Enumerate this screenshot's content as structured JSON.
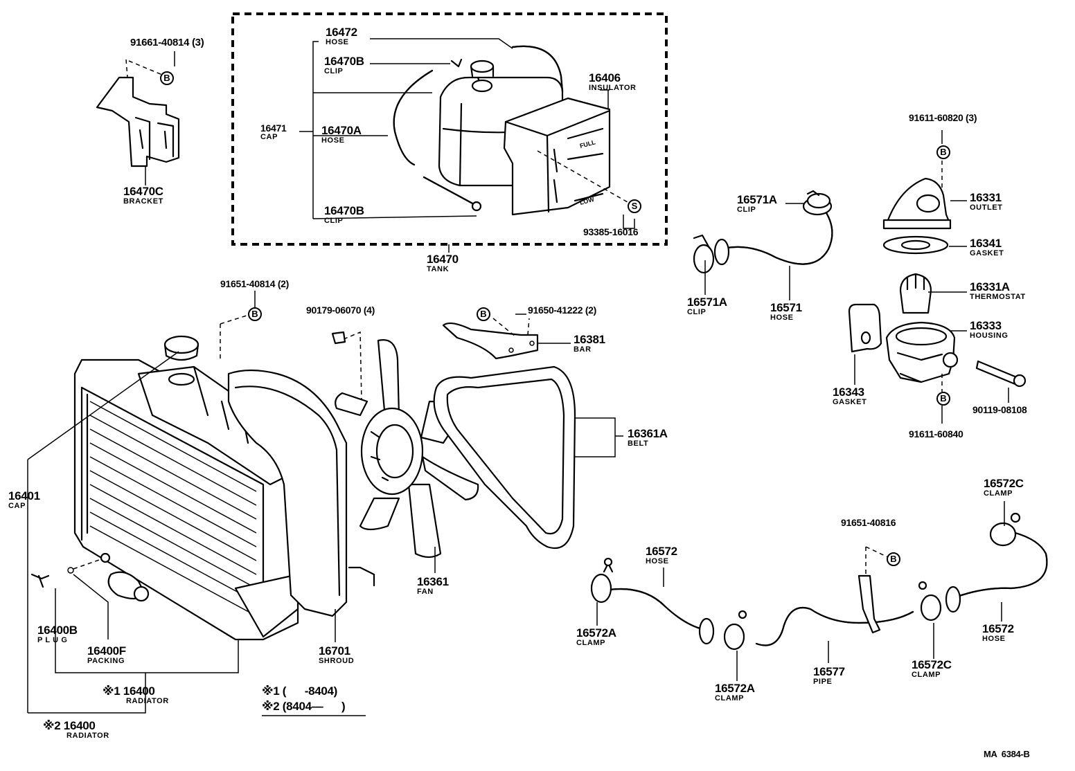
{
  "diagram_code": "MA  6384-B",
  "badge_letters": {
    "b": "B",
    "s": "S"
  },
  "notes": {
    "line1": "※1 (      -8404)",
    "line2": "※2 (8404—      )"
  },
  "parts": {
    "p91661_40814": {
      "num": "91661-40814 (3)"
    },
    "p16470C": {
      "num": "16470C",
      "name": "BRACKET"
    },
    "p16472": {
      "num": "16472",
      "name": "HOSE"
    },
    "p16470B_top": {
      "num": "16470B",
      "name": "CLIP"
    },
    "p16471": {
      "num": "16471",
      "name": "CAP"
    },
    "p16470A": {
      "num": "16470A",
      "name": "HOSE"
    },
    "p16470B_bot": {
      "num": "16470B",
      "name": "CLIP"
    },
    "p16406": {
      "num": "16406",
      "name": "INSULATOR"
    },
    "p93385_16016": {
      "num": "93385-16016"
    },
    "p16470": {
      "num": "16470",
      "name": "TANK"
    },
    "p91611_60820": {
      "num": "91611-60820 (3)"
    },
    "p16571A_top": {
      "num": "16571A",
      "name": "CLIP"
    },
    "p16331": {
      "num": "16331",
      "name": "OUTLET"
    },
    "p16341": {
      "num": "16341",
      "name": "GASKET"
    },
    "p16571A_bot": {
      "num": "16571A",
      "name": "CLIP"
    },
    "p16571": {
      "num": "16571",
      "name": "HOSE"
    },
    "p16331A": {
      "num": "16331A",
      "name": "THERMOSTAT"
    },
    "p16333": {
      "num": "16333",
      "name": "HOUSING"
    },
    "p16343": {
      "num": "16343",
      "name": "GASKET"
    },
    "p90119_08108": {
      "num": "90119-08108"
    },
    "p91611_60840": {
      "num": "91611-60840"
    },
    "p91651_40814": {
      "num": "91651-40814 (2)"
    },
    "p90179_06070": {
      "num": "90179-06070 (4)"
    },
    "p91650_41222": {
      "num": "91650-41222 (2)"
    },
    "p16381": {
      "num": "16381",
      "name": "BAR"
    },
    "p16361A": {
      "num": "16361A",
      "name": "BELT"
    },
    "p16401": {
      "num": "16401",
      "name": "CAP"
    },
    "p16361": {
      "num": "16361",
      "name": "FAN"
    },
    "p16400B": {
      "num": "16400B",
      "name": "P L U G"
    },
    "p16400F": {
      "num": "16400F",
      "name": "PACKING"
    },
    "p16701": {
      "num": "16701",
      "name": "SHROUD"
    },
    "p16400_1": {
      "num": "※1  16400",
      "name": "RADIATOR"
    },
    "p16400_2": {
      "num": "※2 16400",
      "name": "RADIATOR"
    },
    "p16572C_top": {
      "num": "16572C",
      "name": "CLAMP"
    },
    "p91651_40816": {
      "num": "91651-40816"
    },
    "p16572_left": {
      "num": "16572",
      "name": "HOSE"
    },
    "p16572A_left": {
      "num": "16572A",
      "name": "CLAMP"
    },
    "p16572A_mid": {
      "num": "16572A",
      "name": "CLAMP"
    },
    "p16577": {
      "num": "16577",
      "name": "PIPE"
    },
    "p16572C_bot": {
      "num": "16572C",
      "name": "CLAMP"
    },
    "p16572_right": {
      "num": "16572",
      "name": "HOSE"
    }
  }
}
